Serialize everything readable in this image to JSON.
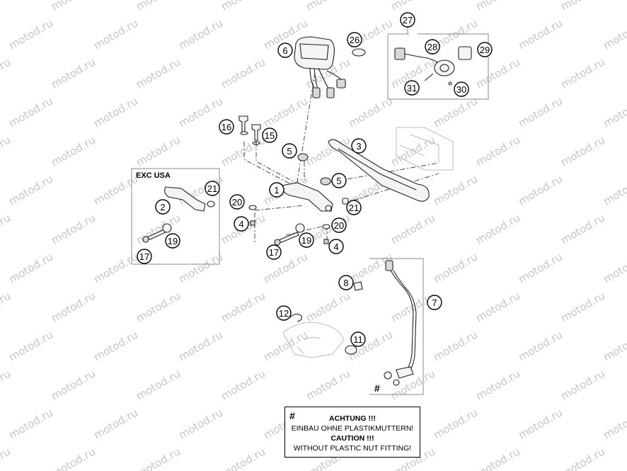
{
  "watermark": "motod.ru",
  "section_label": "EXC USA",
  "kit_hash_mark": "#",
  "callouts": {
    "p1": "1",
    "p2": "2",
    "p3": "3",
    "p4a": "4",
    "p4b": "4",
    "p5a": "5",
    "p5b": "5",
    "p6": "6",
    "p7": "7",
    "p8": "8",
    "p11": "11",
    "p12": "12",
    "p15": "15",
    "p16": "16",
    "p17a": "17",
    "p17b": "17",
    "p19a": "19",
    "p19b": "19",
    "p20a": "20",
    "p20b": "20",
    "p21a": "21",
    "p21b": "21",
    "p26": "26",
    "p27": "27",
    "p28": "28",
    "p29": "29",
    "p30": "30",
    "p31": "31"
  },
  "caution": {
    "hash": "#",
    "line1": "ACHTUNG !!!",
    "line2": "EINBAU OHNE PLASTIKMUTTERN!",
    "line3": "CAUTION !!!",
    "line4": "WITHOUT PLASTIC NUT FITTING!"
  }
}
